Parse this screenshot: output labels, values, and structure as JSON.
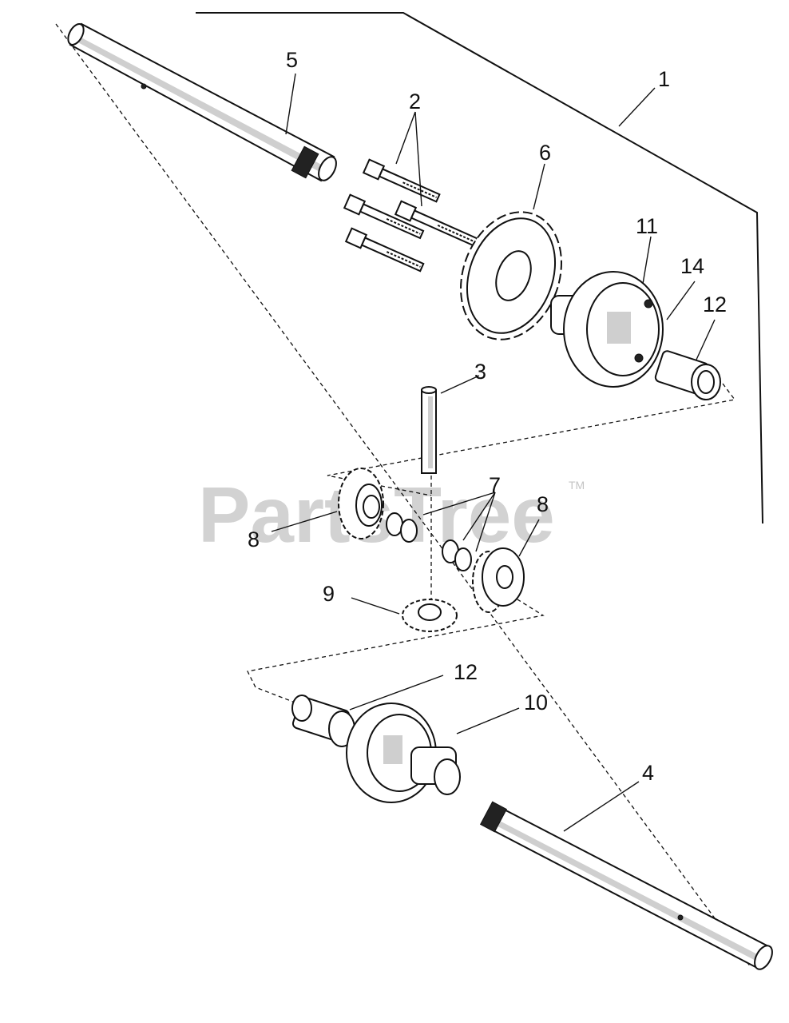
{
  "watermark": {
    "brand": "PartsTree",
    "trademark": "TM"
  },
  "callouts": [
    {
      "id": "1",
      "label": "1"
    },
    {
      "id": "2",
      "label": "2"
    },
    {
      "id": "3",
      "label": "3"
    },
    {
      "id": "4",
      "label": "4"
    },
    {
      "id": "5",
      "label": "5"
    },
    {
      "id": "6",
      "label": "6"
    },
    {
      "id": "7",
      "label": "7"
    },
    {
      "id": "8a",
      "label": "8"
    },
    {
      "id": "8b",
      "label": "8"
    },
    {
      "id": "9",
      "label": "9"
    },
    {
      "id": "10",
      "label": "10"
    },
    {
      "id": "11",
      "label": "11"
    },
    {
      "id": "12a",
      "label": "12"
    },
    {
      "id": "12b",
      "label": "12"
    },
    {
      "id": "14",
      "label": "14"
    }
  ]
}
